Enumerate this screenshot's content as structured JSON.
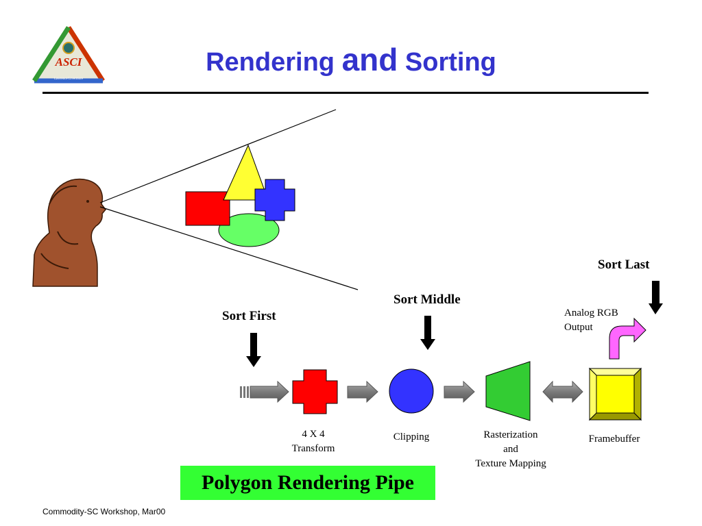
{
  "title": {
    "part1": "Rendering ",
    "part2": "and",
    "part3": " Sorting"
  },
  "logo": {
    "text": "ASCI",
    "tagline": "Lawrence Livermore"
  },
  "sort_labels": {
    "first": "Sort First",
    "middle": "Sort Middle",
    "last": "Sort Last"
  },
  "output_label": {
    "line1": "Analog RGB",
    "line2": "Output"
  },
  "stages": {
    "transform": {
      "line1": "4 X 4",
      "line2": "Transform"
    },
    "clipping": {
      "line1": "Clipping"
    },
    "rasterization": {
      "line1": "Rasterization",
      "line2": "and",
      "line3": "Texture Mapping"
    },
    "framebuffer": {
      "line1": "Framebuffer"
    }
  },
  "banner": "Polygon Rendering Pipe",
  "footer": "Commodity-SC Workshop, Mar00",
  "colors": {
    "title": "#3333cc",
    "red": "#ff0000",
    "blue": "#3333ff",
    "yellow": "#ffff33",
    "green": "#66ff66",
    "trapezoid": "#33cc33",
    "magenta": "#ff66ff",
    "arrow_gray": "#808080",
    "banner": "#33ff33",
    "person": "#a0522d"
  }
}
